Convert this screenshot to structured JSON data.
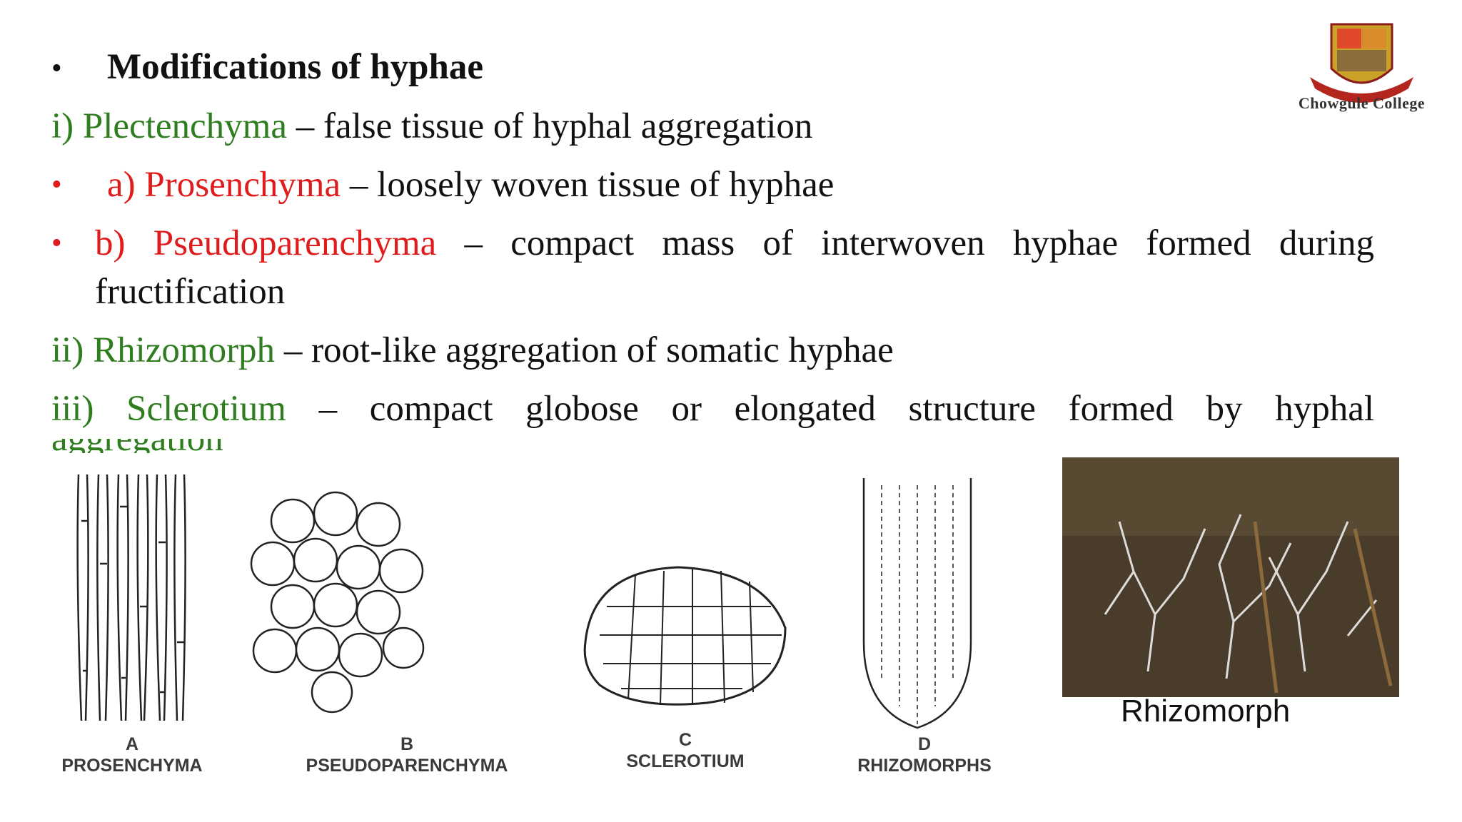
{
  "heading": {
    "bullet": "•",
    "text": "Modifications of hyphae"
  },
  "items": {
    "plectenchyma": {
      "term": "i) Plectenchyma",
      "desc": " – false tissue of hyphal aggregation"
    },
    "prosenchyma": {
      "bullet": "•",
      "term": "a) Prosenchyma",
      "desc": " – loosely woven tissue of hyphae"
    },
    "pseudoparenchyma": {
      "bullet": "•",
      "term": "b) Pseudoparenchyma",
      "desc": " – compact mass of interwoven hyphae formed during",
      "desc_cont": "fructification"
    },
    "rhizomorph": {
      "term": "ii) Rhizomorph",
      "desc": " – root-like aggregation of somatic hyphae"
    },
    "sclerotium": {
      "term": "iii) Sclerotium",
      "desc": " – compact globose or elongated structure formed by hyphal",
      "desc_cont_clipped": "aggregation"
    }
  },
  "logo": {
    "caption": "Chowgule College"
  },
  "figure": {
    "labels": [
      {
        "letter": "A",
        "name": "PROSENCHYMA"
      },
      {
        "letter": "B",
        "name": "PSEUDOPARENCHYMA"
      },
      {
        "letter": "C",
        "name": "SCLEROTIUM"
      },
      {
        "letter": "D",
        "name": "RHIZOMORPHS"
      }
    ]
  },
  "photo": {
    "caption": "Rhizomorph"
  }
}
